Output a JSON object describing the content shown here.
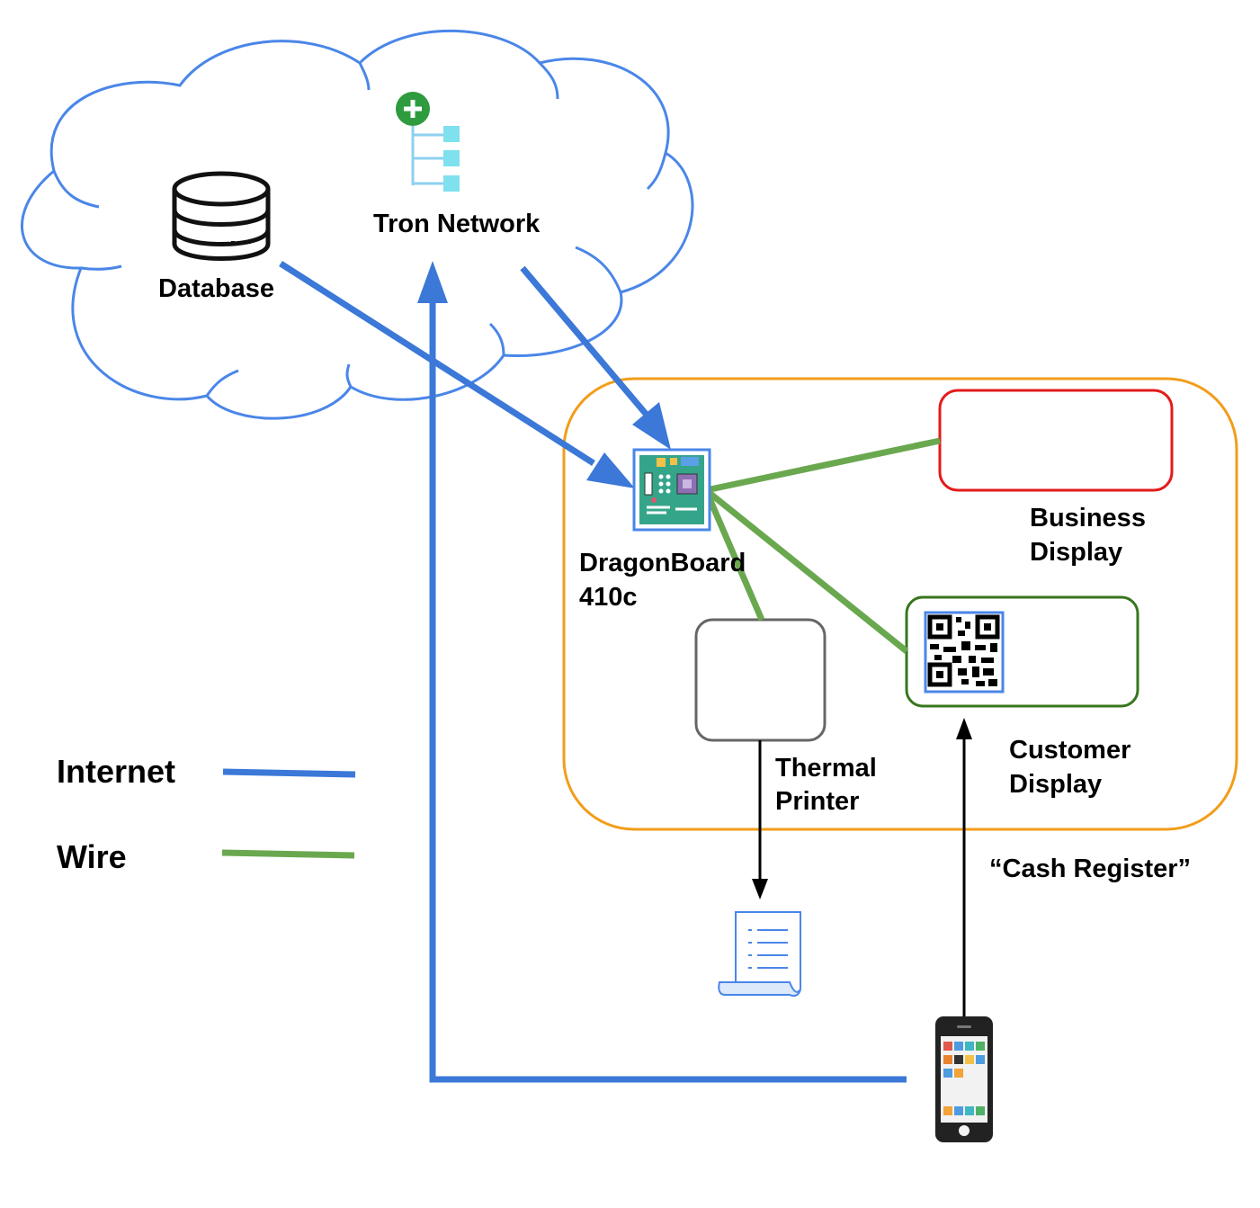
{
  "cloud": {
    "database_label": "Database",
    "network_label": "Tron Network"
  },
  "device": {
    "board_label_line1": "DragonBoard",
    "board_label_line2": "410c",
    "business_display_line1": "Business",
    "business_display_line2": "Display",
    "customer_display_line1": "Customer",
    "customer_display_line2": "Display",
    "printer_line1": "Thermal",
    "printer_line2": "Printer"
  },
  "cash_register_label": "“Cash Register”",
  "legend": {
    "internet_label": "Internet",
    "wire_label": "Wire"
  },
  "colors": {
    "internet": "#3b78d8",
    "wire": "#6aa84f",
    "cloud_stroke": "#4a86e8",
    "enclosure": "#f29d1a",
    "business_display": "#e31b1b",
    "customer_display": "#38761d",
    "printer": "#666666",
    "arrow": "#000000"
  },
  "icons": {
    "database": "database-icon",
    "network": "network-tree-icon",
    "board": "circuit-board-icon",
    "qr": "qr-code-icon",
    "receipt": "receipt-icon",
    "phone": "smartphone-icon"
  }
}
